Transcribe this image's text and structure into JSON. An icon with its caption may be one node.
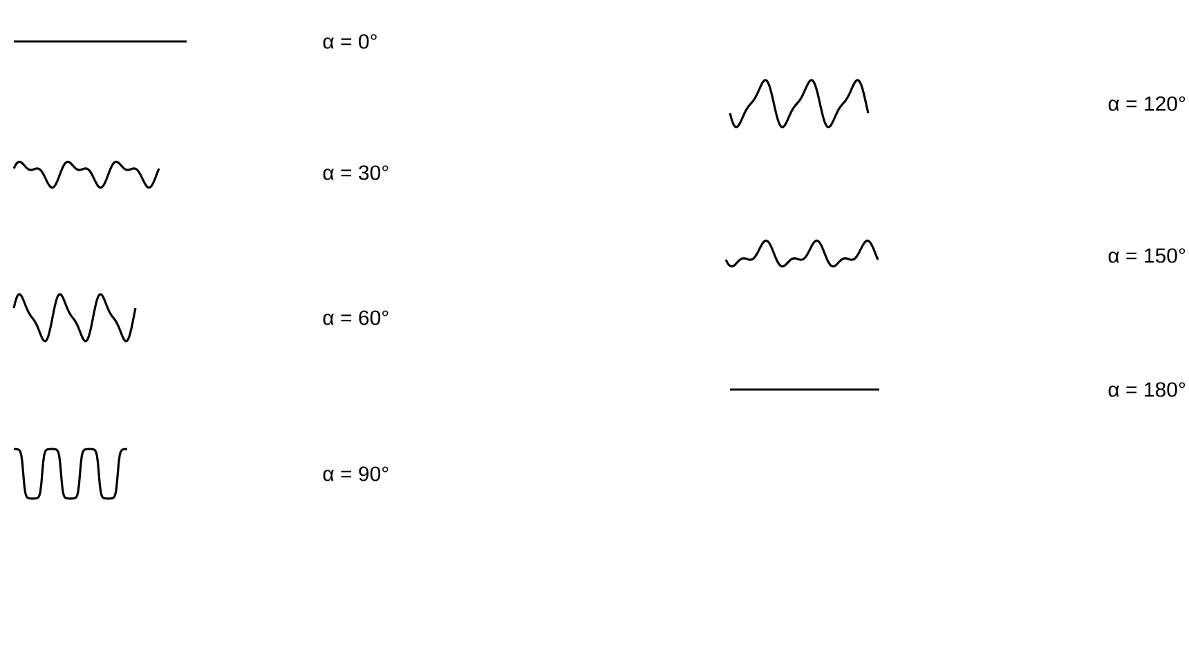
{
  "diagram": {
    "labels": [
      "α = 0°",
      "α = 30°",
      "α = 60°",
      "α = 90°",
      "α = 120°",
      "α = 150°",
      "α = 180°"
    ]
  }
}
